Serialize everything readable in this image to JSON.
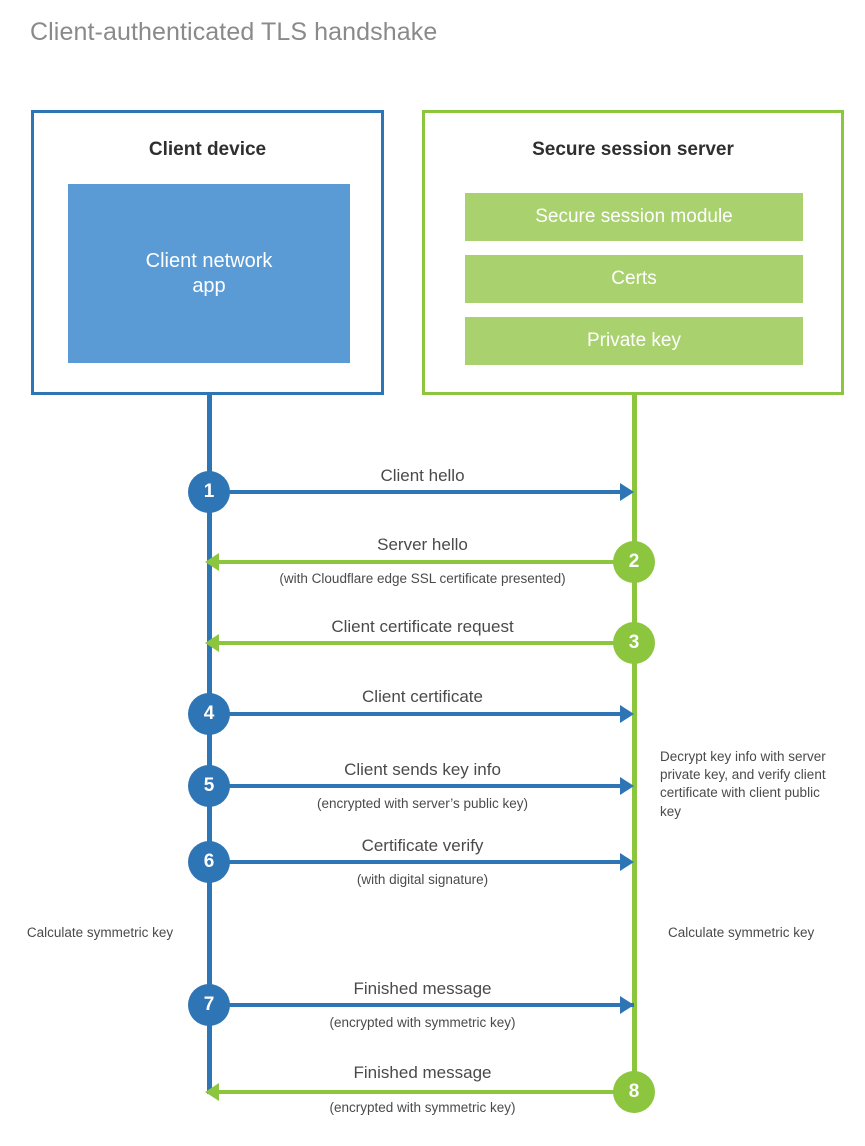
{
  "title": "Client-authenticated TLS handshake",
  "colors": {
    "client_blue": "#2E75B6",
    "client_app_fill": "#5B9BD5",
    "server_green": "#8CC63F",
    "server_bar_fill": "#A9D26F",
    "text_gray": "#4a4a4a",
    "title_gray": "#8a8a8a"
  },
  "client": {
    "box_title": "Client device",
    "app_label": "Client network\napp",
    "app_label_line1": "Client network",
    "app_label_line2": "app"
  },
  "server": {
    "box_title": "Secure session server",
    "bars": [
      {
        "label": "Secure session module"
      },
      {
        "label": "Certs"
      },
      {
        "label": "Private key"
      }
    ]
  },
  "steps": [
    {
      "number": "1",
      "label": "Client hello",
      "sublabel": "",
      "direction": "client-to-server",
      "color": "blue"
    },
    {
      "number": "2",
      "label": "Server hello",
      "sublabel": "(with Cloudflare edge SSL certificate presented)",
      "direction": "server-to-client",
      "color": "green"
    },
    {
      "number": "3",
      "label": "Client certificate request",
      "sublabel": "",
      "direction": "server-to-client",
      "color": "green"
    },
    {
      "number": "4",
      "label": "Client certificate",
      "sublabel": "",
      "direction": "client-to-server",
      "color": "blue"
    },
    {
      "number": "5",
      "label": "Client sends key info",
      "sublabel": "(encrypted with server’s public key)",
      "direction": "client-to-server",
      "color": "blue"
    },
    {
      "number": "6",
      "label": "Certificate verify",
      "sublabel": "(with digital signature)",
      "direction": "client-to-server",
      "color": "blue"
    },
    {
      "number": "7",
      "label": "Finished message",
      "sublabel": "(encrypted with symmetric key)",
      "direction": "client-to-server",
      "color": "blue"
    },
    {
      "number": "8",
      "label": "Finished message",
      "sublabel": "(encrypted with symmetric key)",
      "direction": "server-to-client",
      "color": "green"
    }
  ],
  "notes": {
    "decrypt": "Decrypt key info with server private key, and verify client certificate with client public key",
    "calculate_symmetric_key_client": "Calculate symmetric key",
    "calculate_symmetric_key_server": "Calculate symmetric key"
  }
}
